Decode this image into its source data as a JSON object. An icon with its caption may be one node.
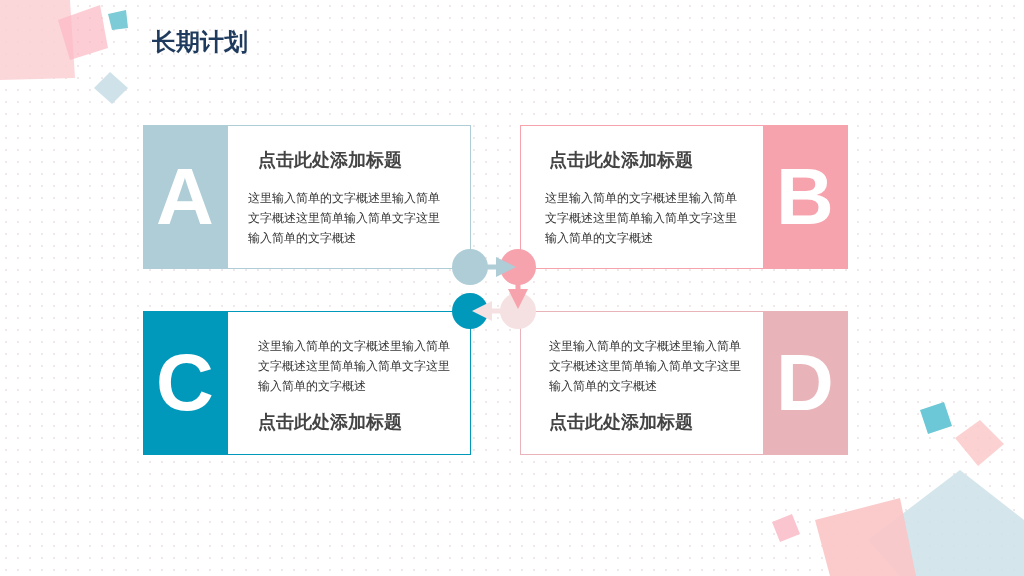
{
  "diagram": {
    "title": "长期计划",
    "nodes": [
      {
        "text": [
          "A",
          "点击此处添加标题",
          "这里输入简单的文字概述里输入简单文字概述这里简单输入简单文字这里输入简单的文字概述"
        ]
      },
      {
        "text": [
          "点击此处添加标题",
          "这里输入简单的文字概述里输入简单文字概述这里简单输入简单文字这里输入简单的文字概述",
          "B"
        ]
      },
      {
        "text": [],
        "shape": "circle"
      },
      {
        "text": [],
        "shape": "circle"
      },
      {
        "text": [],
        "shape": "circle"
      },
      {
        "text": [],
        "shape": "circle"
      },
      {
        "text": [
          "C",
          "这里输入简单的文字概述里输入简单文字概述这里简单输入简单文字这里输入简单的文字概述",
          "点击此处添加标题"
        ]
      },
      {
        "text": [
          "这里输入简单的文字概述里输入简单文字概述这里简单输入简单文字这里输入简单的文字概述",
          "D",
          "点击此处添加标题"
        ]
      }
    ],
    "edges": [
      {
        "from": 2,
        "to": 3,
        "arrow": "to",
        "color": "#aecdd6"
      },
      {
        "from": 3,
        "to": 5,
        "arrow": "to",
        "color": "#f7a3ad"
      },
      {
        "from": 5,
        "to": 4,
        "arrow": "to",
        "color": "#f5e1e2"
      }
    ]
  }
}
